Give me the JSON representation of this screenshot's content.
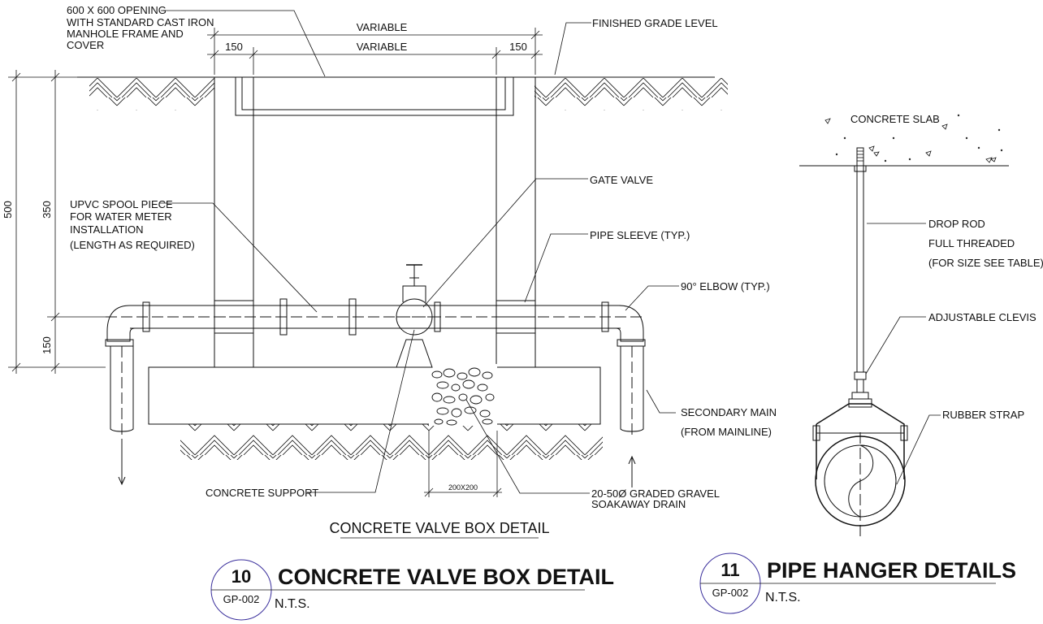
{
  "detail_10": {
    "labels": {
      "opening_1": "600 X 600 OPENING",
      "opening_2": "WITH STANDARD CAST IRON",
      "opening_3": "MANHOLE FRAME AND",
      "opening_4": "COVER",
      "finished_grade": "FINISHED GRADE LEVEL",
      "gate_valve": "GATE VALVE",
      "spool_1": "UPVC SPOOL PIECE",
      "spool_2": "FOR WATER METER",
      "spool_3": "INSTALLATION",
      "spool_4": "(LENGTH AS REQUIRED)",
      "pipe_sleeve": "PIPE SLEEVE (TYP.)",
      "elbow": "90° ELBOW (TYP.)",
      "secondary_1": "SECONDARY MAIN",
      "secondary_2": "(FROM MAINLINE)",
      "concrete_support": "CONCRETE SUPPORT",
      "gravel_1": "20-50Ø GRADED GRAVEL",
      "gravel_2": "SOAKAWAY DRAIN"
    },
    "dims": {
      "variable_top": "VARIABLE",
      "variable_inner": "VARIABLE",
      "left_150": "150",
      "right_150": "150",
      "h_500": "500",
      "h_350": "350",
      "h_150": "150",
      "gravel_size": "200X200"
    },
    "subtitle": "CONCRETE VALVE BOX DETAIL",
    "title": {
      "number": "10",
      "sheet": "GP-002",
      "text": "CONCRETE VALVE BOX DETAIL",
      "scale": "N.T.S."
    }
  },
  "detail_11": {
    "labels": {
      "slab": "CONCRETE SLAB",
      "drop_rod_1": "DROP ROD",
      "drop_rod_2": "FULL THREADED",
      "drop_rod_3": "(FOR SIZE SEE TABLE)",
      "clevis": "ADJUSTABLE CLEVIS",
      "rubber": "RUBBER STRAP"
    },
    "title": {
      "number": "11",
      "sheet": "GP-002",
      "text": "PIPE HANGER DETAILS",
      "scale": "N.T.S."
    }
  },
  "colors": {
    "line": "#111111",
    "title_circle": "#3a2f9c"
  }
}
